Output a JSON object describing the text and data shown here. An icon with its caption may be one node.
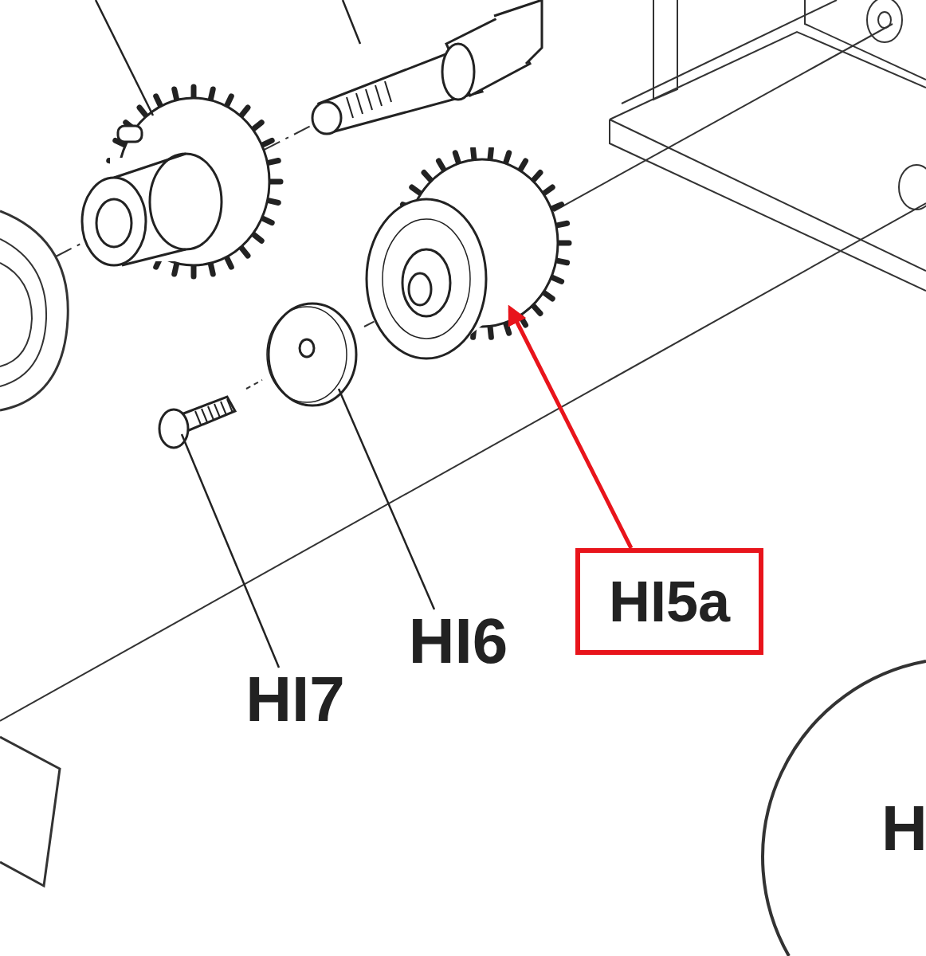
{
  "diagram": {
    "nodes": [
      {
        "text": [
          "HI5a"
        ]
      },
      {
        "text": [],
        "shape": "picture"
      },
      {
        "text": [
          "HI6"
        ]
      },
      {
        "text": [],
        "shape": "picture"
      },
      {
        "text": [
          "HI7"
        ]
      },
      {
        "text": [],
        "shape": "picture"
      },
      {
        "text": [],
        "shape": "picture"
      },
      {
        "text": [],
        "shape": "picture"
      }
    ],
    "edges": [
      {
        "from": 0,
        "to": 1,
        "arrow": "to",
        "style": "thick",
        "color": "#e8141b"
      },
      {
        "from": 2,
        "to": 3,
        "arrow": "none"
      },
      {
        "from": 4,
        "to": 5,
        "arrow": "none"
      },
      {
        "from": null,
        "to": 6,
        "arrow": "none"
      },
      {
        "from": null,
        "to": 7,
        "arrow": "none"
      }
    ],
    "labels": [
      "H"
    ]
  }
}
